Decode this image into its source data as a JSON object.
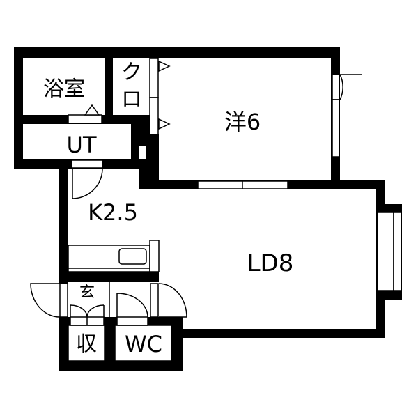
{
  "rooms": {
    "bath": "浴室",
    "closet_1": "ク",
    "closet_2": "ロ",
    "western": "洋6",
    "utility": "UT",
    "kitchen": "K2.5",
    "living_dining": "LD8",
    "entrance": "玄",
    "storage": "収",
    "toilet": "WC"
  },
  "colors": {
    "wall": "#000000",
    "floor": "#ffffff"
  }
}
